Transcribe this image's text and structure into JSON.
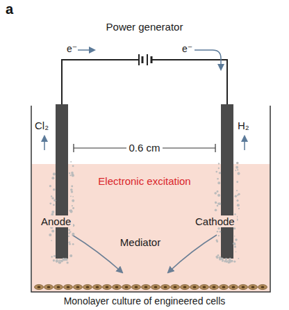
{
  "diagram": {
    "labels": [
      "a",
      "Power generator",
      "e⁻",
      "e⁻",
      "Cl₂",
      "H₂",
      "0.6 cm",
      "Electronic excitation",
      "Anode",
      "Mediator",
      "Cathode",
      "Monolayer culture of engineered cells"
    ]
  }
}
